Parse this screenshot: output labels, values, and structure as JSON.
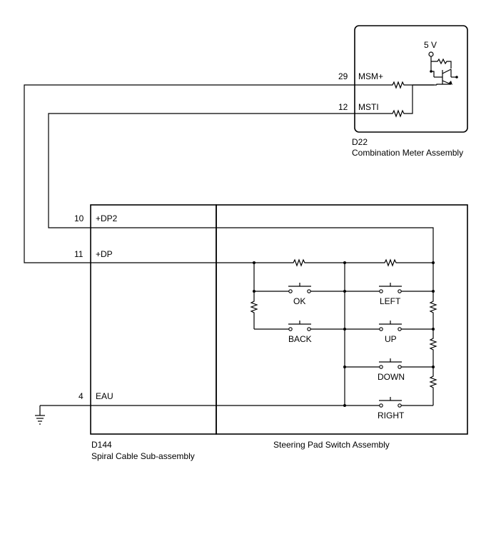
{
  "meter": {
    "voltage": "5 V",
    "pin_msm": "29",
    "label_msm": "MSM+",
    "pin_msti": "12",
    "label_msti": "MSTI",
    "connector": "D22",
    "name": "Combination Meter Assembly"
  },
  "spiral": {
    "pin_dp2": "10",
    "label_dp2": "+DP2",
    "pin_dp": "11",
    "label_dp": "+DP",
    "pin_eau": "4",
    "label_eau": "EAU",
    "connector": "D144",
    "name": "Spiral Cable Sub-assembly"
  },
  "switch_assembly": {
    "name": "Steering Pad Switch Assembly",
    "switches": {
      "ok": "OK",
      "back": "BACK",
      "left": "LEFT",
      "up": "UP",
      "down": "DOWN",
      "right": "RIGHT"
    }
  }
}
